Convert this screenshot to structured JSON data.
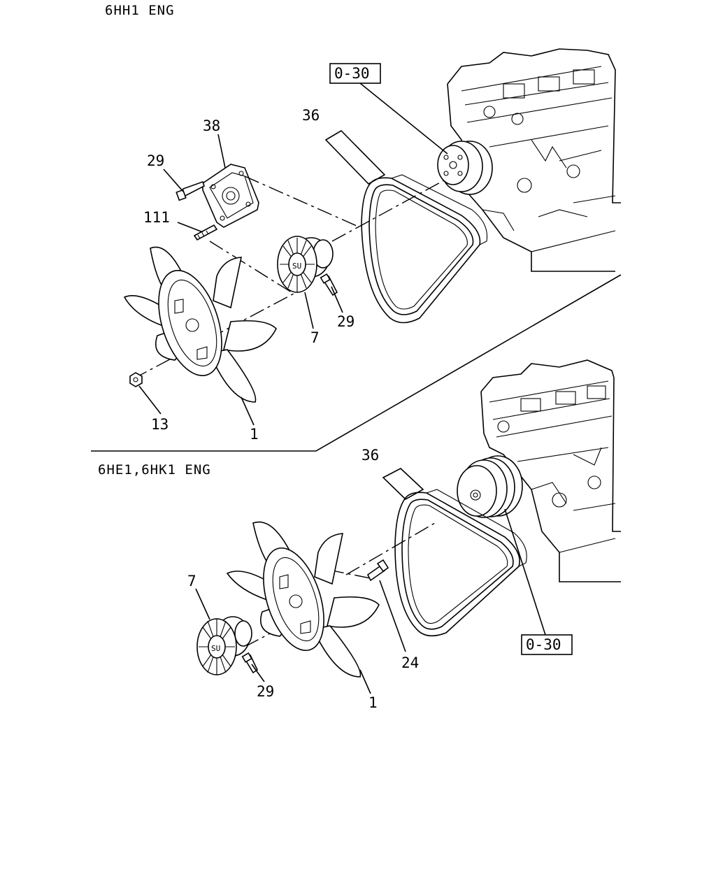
{
  "sections": {
    "top": {
      "title": "6HH1 ENG"
    },
    "bottom": {
      "title": "6HE1,6HK1 ENG"
    }
  },
  "ref_boxes": {
    "top": "0-30",
    "bottom": "0-30"
  },
  "callouts": {
    "top": {
      "belt": "36",
      "bracket": "38",
      "bracket_bolt": "29",
      "stud": "111",
      "clutch": "7",
      "clutch_bolt": "29",
      "nut": "13",
      "fan": "1"
    },
    "bottom": {
      "belt": "36",
      "clutch": "7",
      "clutch_bolt": "29",
      "pulley_bolt": "24",
      "fan": "1"
    }
  }
}
